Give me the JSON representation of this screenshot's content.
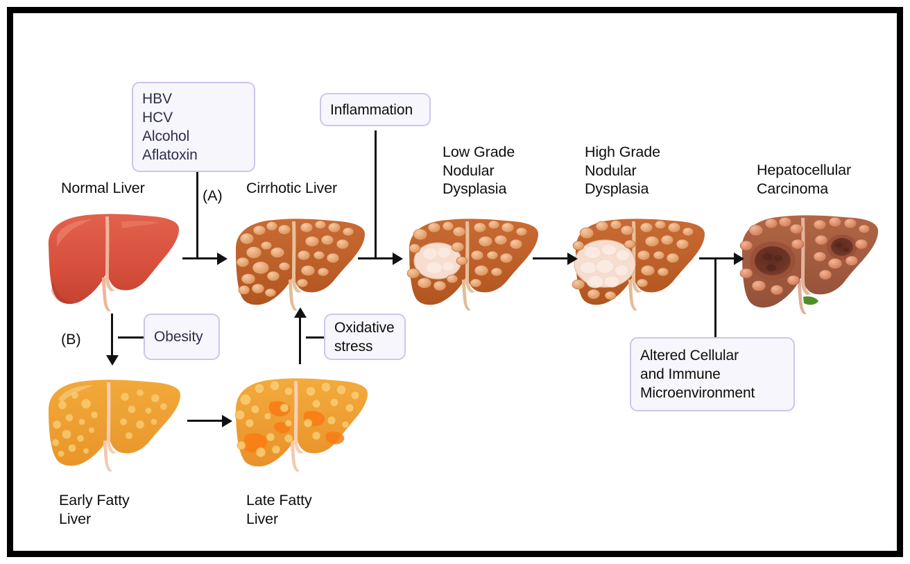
{
  "figure": {
    "type": "biomedical-pathway-diagram",
    "subject": "Progression from normal liver to hepatocellular carcinoma",
    "border_color": "#000000",
    "background": "#ffffff"
  },
  "palette": {
    "callout_fill": "#f7f6fc",
    "callout_border": "#cfc4ea",
    "callout_text_navy": "#2e2d4d",
    "callout_text_black": "#0d0d0d",
    "label_text": "#0d0d0d",
    "arrow": "#111111",
    "normal_liver": "#d9543f",
    "normal_liver_dark": "#c0402f",
    "cirrhotic_liver": "#c2602e",
    "cirrhotic_nodule": "#e8a477",
    "dysplasia_lesion": "#f7ddd0",
    "hcc_liver": "#a45a3c",
    "hcc_tumor": "#6b3325",
    "fatty_liver": "#efa02b",
    "fatty_liver_light": "#f6bf5e",
    "late_fatty_patch": "#f97c12",
    "ligament": "#f0b9a0",
    "gallbladder": "#4f8f29"
  },
  "stage_labels": [
    {
      "id": "normal-liver",
      "text": "Normal Liver"
    },
    {
      "id": "cirrhotic-liver",
      "text": "Cirrhotic Liver"
    },
    {
      "id": "low-grade",
      "text": "Low Grade\nNodular\nDysplasia"
    },
    {
      "id": "high-grade",
      "text": "High Grade\nNodular\nDysplasia"
    },
    {
      "id": "hcc",
      "text": "Hepatocellular\nCarcinoma"
    },
    {
      "id": "early-fatty",
      "text": "Early Fatty\nLiver"
    },
    {
      "id": "late-fatty",
      "text": "Late Fatty\nLiver"
    }
  ],
  "path_letters": [
    {
      "id": "path-a",
      "text": "(A)"
    },
    {
      "id": "path-b",
      "text": "(B)"
    }
  ],
  "callouts": [
    {
      "id": "risk-factors",
      "text": "HBV\nHCV\nAlcohol\nAflatoxin",
      "text_color": "navy"
    },
    {
      "id": "inflammation",
      "text": "Inflammation",
      "text_color": "black"
    },
    {
      "id": "obesity",
      "text": "Obesity",
      "text_color": "navy"
    },
    {
      "id": "oxidative-stress",
      "text": "Oxidative\nstress",
      "text_color": "black"
    },
    {
      "id": "microenvironment",
      "text": "Altered Cellular\nand Immune\nMicroenvironment",
      "text_color": "black"
    }
  ]
}
